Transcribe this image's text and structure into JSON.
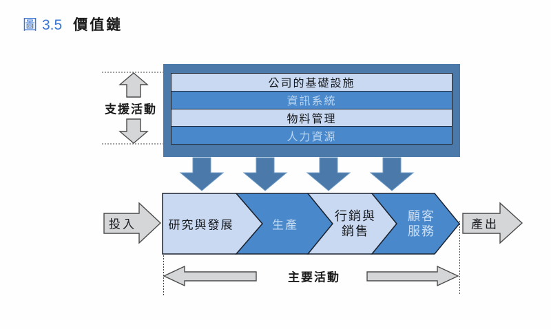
{
  "title": {
    "figure_label": "圖",
    "figure_number": "3.5",
    "caption": "價值鏈"
  },
  "support": {
    "label": "支援活動",
    "rows": [
      {
        "label": "公司的基礎設施",
        "tone": "light"
      },
      {
        "label": "資訊系統",
        "tone": "medium"
      },
      {
        "label": "物料管理",
        "tone": "light"
      },
      {
        "label": "人力資源",
        "tone": "medium"
      }
    ]
  },
  "primary": {
    "label": "主要活動",
    "input_label": "投入",
    "output_label": "產出",
    "stages": [
      {
        "lines": [
          "研究與發展"
        ],
        "tone": "light"
      },
      {
        "lines": [
          "生產"
        ],
        "tone": "medium"
      },
      {
        "lines": [
          "行銷與",
          "銷售"
        ],
        "tone": "light"
      },
      {
        "lines": [
          "顧客",
          "服務"
        ],
        "tone": "medium"
      }
    ]
  },
  "colors": {
    "title_blue": "#3B76D2",
    "steel_blue": "#4B79A9",
    "medium_blue": "#4A88CC",
    "light_blue": "#C9D9F1",
    "pale_text": "#C6DCF2",
    "dark_text": "#15181D",
    "arrow_gray": "#D5D6D8",
    "arrow_gray_stroke": "#4A4A4A",
    "shape_stroke": "#1B2330",
    "dotted_line": "#444444"
  }
}
